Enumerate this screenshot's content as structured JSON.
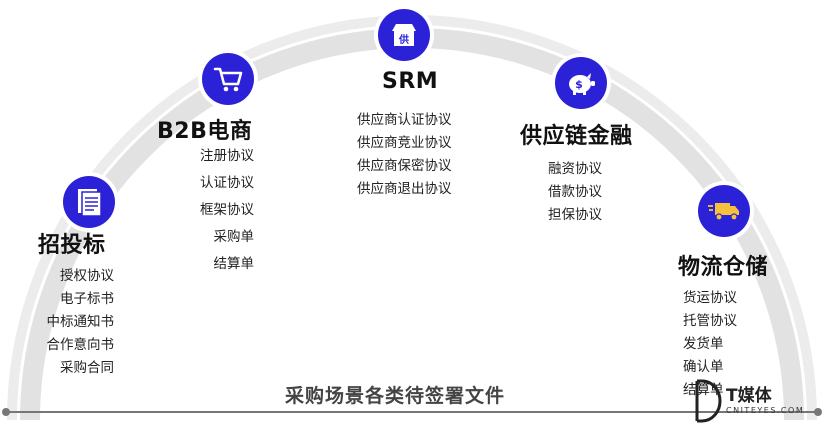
{
  "caption": "采购场景各类待签署文件",
  "colors": {
    "accent": "#2b22d8",
    "arc": "#e4e4e4",
    "baseline": "#777777"
  },
  "nodes": [
    {
      "id": "zhaotoubiao",
      "title": "招投标",
      "icon": "document-icon",
      "items": [
        "授权协议",
        "电子标书",
        "中标通知书",
        "合作意向书",
        "采购合同"
      ]
    },
    {
      "id": "b2b",
      "title": "B2B电商",
      "icon": "shopping-cart-icon",
      "items": [
        "注册协议",
        "认证协议",
        "框架协议",
        "采购单",
        "结算单"
      ]
    },
    {
      "id": "srm",
      "title": "SRM",
      "icon": "supplier-store-icon",
      "icon_text": "供",
      "items": [
        "供应商认证协议",
        "供应商竞业协议",
        "供应商保密协议",
        "供应商退出协议"
      ]
    },
    {
      "id": "scf",
      "title": "供应链金融",
      "icon": "piggy-bank-icon",
      "items": [
        "融资协议",
        "借款协议",
        "担保协议"
      ]
    },
    {
      "id": "logistics",
      "title": "物流仓储",
      "icon": "delivery-truck-icon",
      "items": [
        "货运协议",
        "托管协议",
        "发货单",
        "确认单",
        "结算单"
      ]
    }
  ],
  "logo": {
    "main": "T媒体",
    "sub": "CNITEYES.COM"
  }
}
